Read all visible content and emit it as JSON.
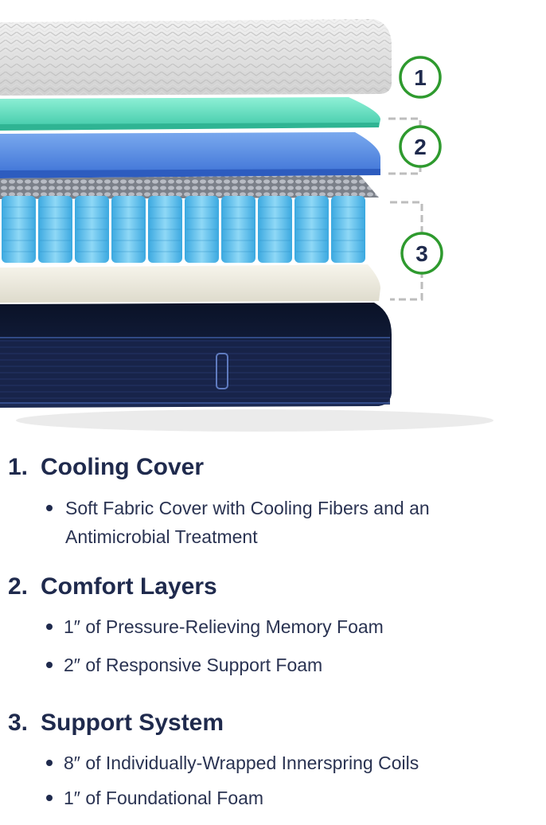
{
  "callouts": [
    "1",
    "2",
    "3"
  ],
  "sections": [
    {
      "number": "1.",
      "title": "Cooling Cover",
      "bullets": [
        "Soft Fabric Cover with Cooling Fibers and an Antimicrobial Treatment"
      ]
    },
    {
      "number": "2.",
      "title": "Comfort Layers",
      "bullets": [
        "1″ of Pressure-Relieving Memory Foam",
        "2″ of Responsive Support Foam"
      ]
    },
    {
      "number": "3.",
      "title": "Support System",
      "bullets": [
        "8″ of Individually-Wrapped Innerspring Coils",
        "1″ of Foundational Foam"
      ]
    }
  ],
  "colors": {
    "callout_ring": "#2e9a2e",
    "text": "#1f2a4d",
    "cooling_layer": "#6fe0c4",
    "memory_foam_layer": "#5a8ee0",
    "coil_blue": "#5ec0ec",
    "base_navy": "#14203f"
  }
}
